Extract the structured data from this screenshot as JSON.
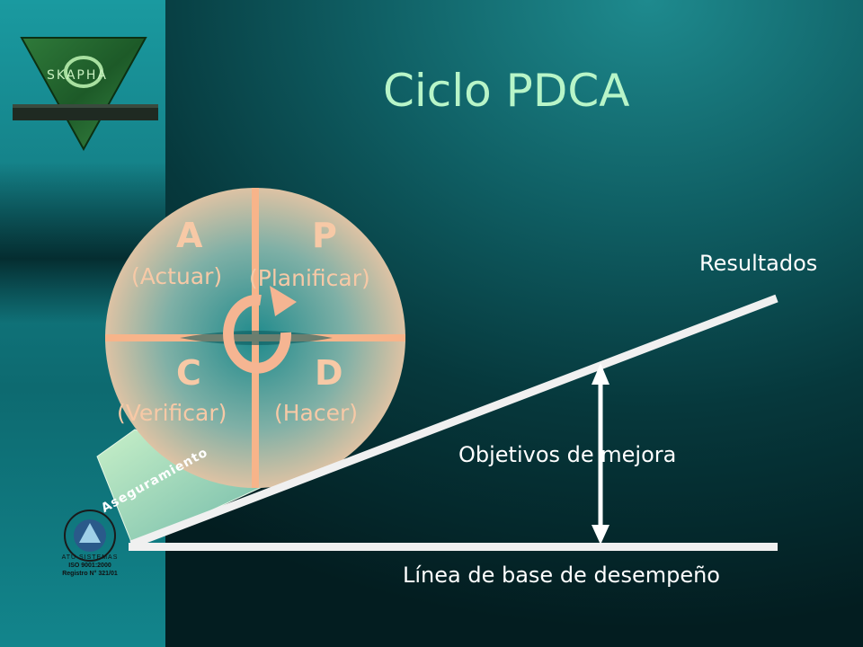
{
  "slide": {
    "title": "Ciclo PDCA",
    "logo_text": "SKAPHA"
  },
  "cycle": {
    "quadrants": [
      {
        "letter": "A",
        "label": "(Actuar)"
      },
      {
        "letter": "P",
        "label": "(Planificar)"
      },
      {
        "letter": "C",
        "label": "(Verificar)"
      },
      {
        "letter": "D",
        "label": "(Hacer)"
      }
    ]
  },
  "wedge_label": "Aseguramiento",
  "chart_labels": {
    "results": "Resultados",
    "objectives": "Objetivos de mejora",
    "baseline": "Línea de base de desempeño"
  },
  "certification": {
    "line1": "ATU SISTEMAS",
    "line2": "ISO 9001:2000",
    "line3": "Registro N° 321/01"
  },
  "colors": {
    "title": "#b8f5c8",
    "wheel_fill": "#f5c7a3",
    "wheel_lines": "#f7b48a",
    "lines": "#f0f0f0"
  }
}
